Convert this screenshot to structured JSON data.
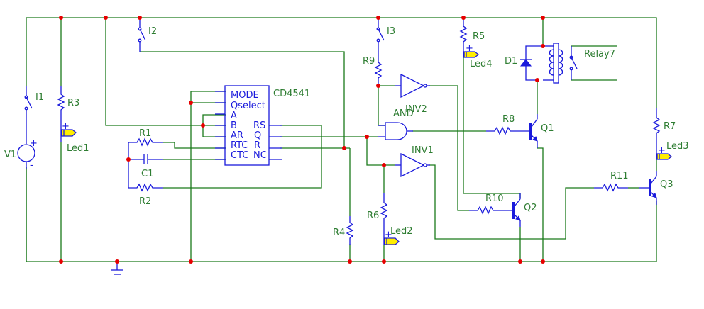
{
  "title": "CD4541 timer relay circuit schematic",
  "colors": {
    "wire": "#1a7a1a",
    "component": "#1a1adc",
    "label": "#2e7d32",
    "node": "#e60000",
    "led": "#ffee00"
  },
  "labels": {
    "V1": "V1",
    "I1": "I1",
    "I2": "I2",
    "I3": "I3",
    "R1": "R1",
    "R2": "R2",
    "R3": "R3",
    "R4": "R4",
    "R5": "R5",
    "R6": "R6",
    "R7": "R7",
    "R8": "R8",
    "R9": "R9",
    "R10": "R10",
    "R11": "R11",
    "C1": "C1",
    "D1": "D1",
    "Led1": "Led1",
    "Led2": "Led2",
    "Led3": "Led3",
    "Led4": "Led4",
    "Q1": "Q1",
    "Q2": "Q2",
    "Q3": "Q3",
    "INV1": "INV1",
    "INV2": "INV2",
    "AND": "AND",
    "Relay7": "Relay7",
    "chip": "CD4541"
  },
  "chip_pins": {
    "left": [
      "MODE",
      "Qselect",
      "A",
      "B",
      "AR",
      "RTC",
      "CTC"
    ],
    "right": [
      "RS",
      "Q",
      "R",
      "NC"
    ]
  },
  "source": {
    "plus": "+",
    "minus": "-"
  },
  "led_polarity": "+"
}
